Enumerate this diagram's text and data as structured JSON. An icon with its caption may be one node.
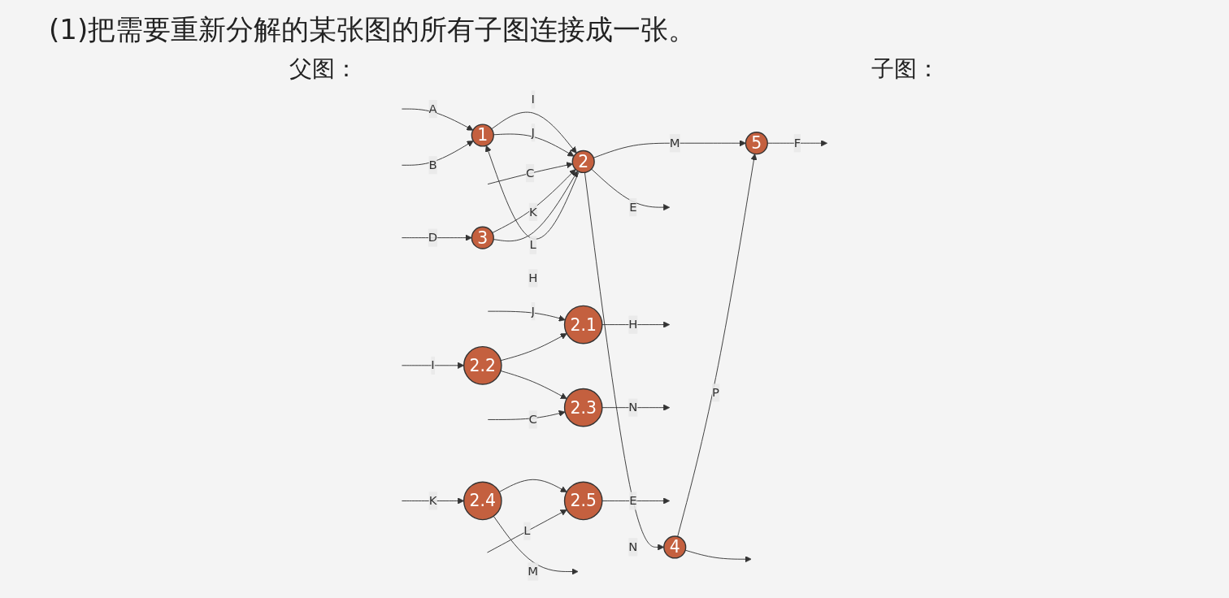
{
  "diagram": {
    "title": "(1)把需要重新分解的某张图的所有子图连接成一张。",
    "nodes": [
      {
        "text": [
          "1"
        ]
      },
      {
        "text": [
          "2"
        ]
      },
      {
        "text": [
          "3"
        ]
      },
      {
        "text": [
          "4"
        ]
      },
      {
        "text": [
          "5"
        ]
      },
      {
        "text": [
          "2.1"
        ]
      },
      {
        "text": [
          "2.2"
        ]
      },
      {
        "text": [
          "2.3"
        ]
      },
      {
        "text": [
          "2.4"
        ]
      },
      {
        "text": [
          "2.5"
        ]
      }
    ],
    "edges": [
      {
        "from": null,
        "to": 0,
        "arrow": "to",
        "label": "A"
      },
      {
        "from": null,
        "to": 0,
        "arrow": "to",
        "label": "B"
      },
      {
        "from": 1,
        "to": 0,
        "arrow": "to",
        "label": "H"
      },
      {
        "from": 0,
        "to": 1,
        "arrow": "to",
        "label": "I"
      },
      {
        "from": 0,
        "to": 1,
        "arrow": "to",
        "label": "J"
      },
      {
        "from": null,
        "to": 1,
        "arrow": "to",
        "label": "C"
      },
      {
        "from": 2,
        "to": 1,
        "arrow": "to",
        "label": "K"
      },
      {
        "from": 2,
        "to": 1,
        "arrow": "to",
        "label": "L"
      },
      {
        "from": null,
        "to": 2,
        "arrow": "to",
        "label": "D"
      },
      {
        "from": 1,
        "to": 3,
        "arrow": "to",
        "label": "N"
      },
      {
        "from": 1,
        "to": 4,
        "arrow": "to",
        "label": "M"
      },
      {
        "from": 1,
        "to": null,
        "arrow": "to",
        "label": "E"
      },
      {
        "from": 3,
        "to": 4,
        "arrow": "to",
        "label": "P"
      },
      {
        "from": 3,
        "to": null,
        "arrow": "to"
      },
      {
        "from": 4,
        "to": null,
        "arrow": "to",
        "label": "F"
      },
      {
        "from": null,
        "to": 5,
        "arrow": "to",
        "label": "J"
      },
      {
        "from": 5,
        "to": null,
        "arrow": "to",
        "label": "H"
      },
      {
        "from": 6,
        "to": 5,
        "arrow": "to"
      },
      {
        "from": null,
        "to": 6,
        "arrow": "to",
        "label": "I"
      },
      {
        "from": 6,
        "to": 7,
        "arrow": "to"
      },
      {
        "from": null,
        "to": 7,
        "arrow": "to",
        "label": "C"
      },
      {
        "from": 7,
        "to": null,
        "arrow": "to",
        "label": "N"
      },
      {
        "from": null,
        "to": 8,
        "arrow": "to",
        "label": "K"
      },
      {
        "from": 8,
        "to": null,
        "arrow": "to",
        "label": "M"
      },
      {
        "from": 8,
        "to": 9,
        "arrow": "to"
      },
      {
        "from": null,
        "to": 9,
        "arrow": "to",
        "label": "L"
      },
      {
        "from": 9,
        "to": null,
        "arrow": "to",
        "label": "E"
      }
    ],
    "labels": [
      "父图：",
      "子图："
    ]
  }
}
